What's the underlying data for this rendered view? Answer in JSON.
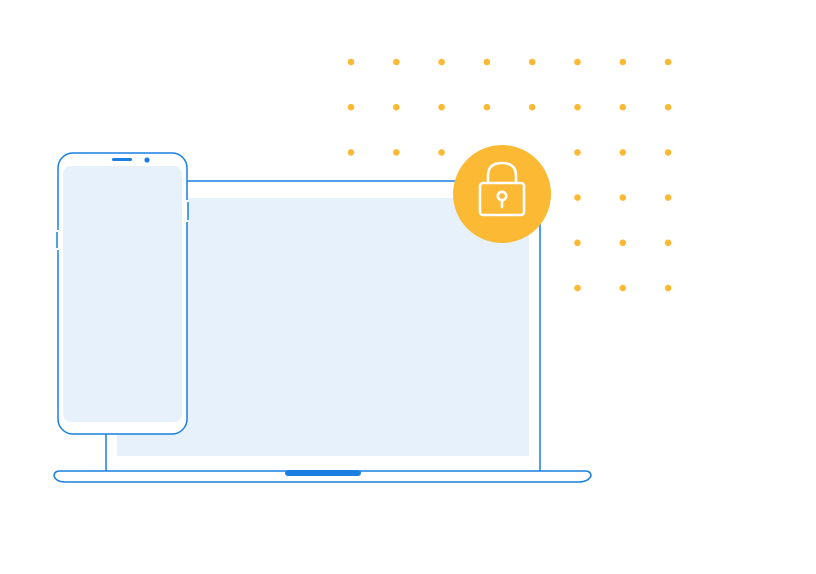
{
  "illustration": {
    "subject": "devices-security-illustration",
    "colors": {
      "outline": "#1a7fe0",
      "screen_fill": "#e6f1fc",
      "accent": "#fbb934",
      "lock_stroke": "#ffffff",
      "background": "#ffffff"
    },
    "icons": [
      "smartphone-icon",
      "laptop-icon",
      "padlock-icon"
    ],
    "dot_grid": {
      "rows": 6,
      "cols": 8
    }
  }
}
